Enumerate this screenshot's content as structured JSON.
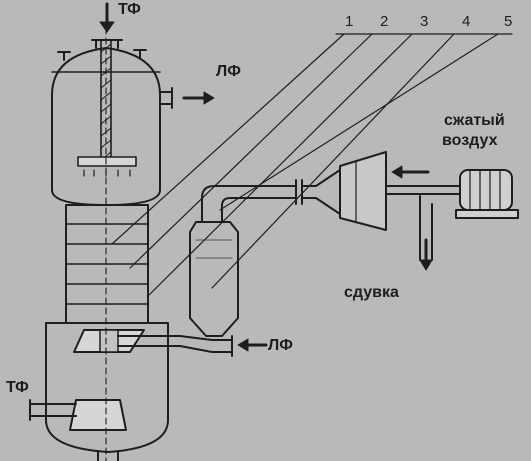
{
  "labels": {
    "tf_top": "ТФ",
    "lf_top": "ЛФ",
    "lf_bottom": "ЛФ",
    "tf_bottom": "ТФ",
    "compressed_air_line1": "сжатый",
    "compressed_air_line2": "воздух",
    "purge": "сдувка"
  },
  "callouts": [
    "1",
    "2",
    "3",
    "4",
    "5"
  ],
  "colors": {
    "background": "#b9b9b9",
    "ink": "#1e1e1e"
  }
}
